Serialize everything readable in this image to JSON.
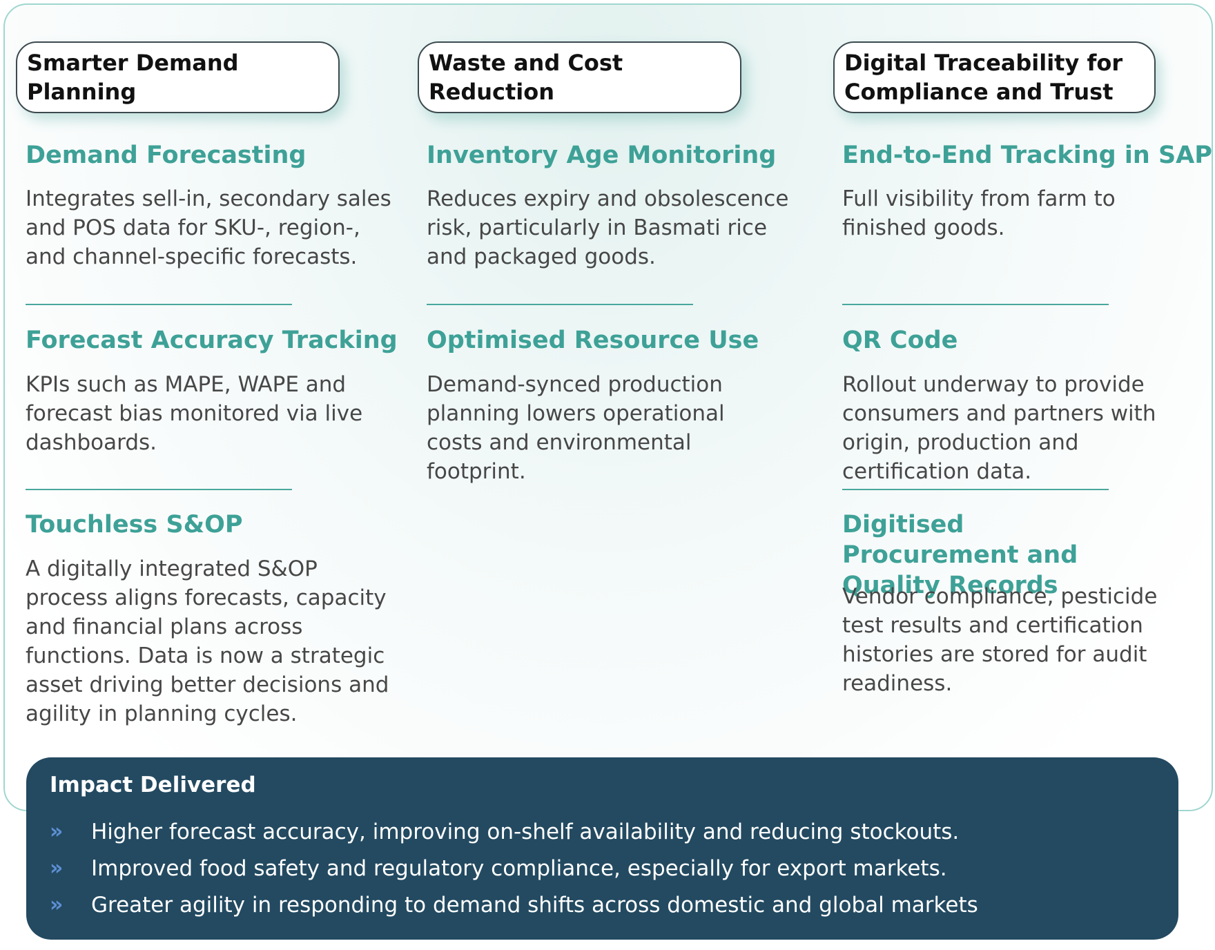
{
  "columns": [
    {
      "heading": "Smarter Demand Planning",
      "items": [
        {
          "title": "Demand Forecasting",
          "body": "Integrates sell-in, secondary sales and POS data for SKU-, region-, and channel-specific forecasts."
        },
        {
          "title": "Forecast Accuracy Tracking",
          "body": "KPIs such as MAPE, WAPE and forecast bias monitored via live dashboards."
        },
        {
          "title": "Touchless S&OP",
          "body": "A digitally integrated S&OP process aligns forecasts, capacity and financial plans across functions. Data is now a strategic asset driving better decisions and agility in planning cycles."
        }
      ]
    },
    {
      "heading": "Waste and Cost Reduction",
      "items": [
        {
          "title": "Inventory Age Monitoring",
          "body": "Reduces expiry and obsolescence risk, particularly in Basmati rice and packaged goods."
        },
        {
          "title": "Optimised Resource Use",
          "body": "Demand-synced production planning lowers operational costs and environmental footprint."
        }
      ]
    },
    {
      "heading": "Digital Traceability for Compliance and Trust",
      "items": [
        {
          "title": "End-to-End Tracking in SAP",
          "body": "Full visibility from farm to finished goods."
        },
        {
          "title": "QR Code",
          "body": "Rollout underway to provide consumers and partners with origin, production and certification data."
        },
        {
          "title": "Digitised Procurement and Quality Records",
          "body": "Vendor compliance, pesticide test results and certification histories are stored for audit readiness."
        }
      ]
    }
  ],
  "impact": {
    "title": "Impact Delivered",
    "bullet_glyph": "»",
    "items": [
      "Higher forecast accuracy, improving on-shelf availability and reducing stockouts.",
      "Improved food safety and regulatory compliance, especially for export markets.",
      "Greater agility in responding to demand shifts across domestic and global markets"
    ]
  },
  "colors": {
    "heading_teal": "#3ea197",
    "impact_navy": "#234a61",
    "bullet_blue": "#5d8fd3",
    "panel_border": "#9fd6cf"
  }
}
